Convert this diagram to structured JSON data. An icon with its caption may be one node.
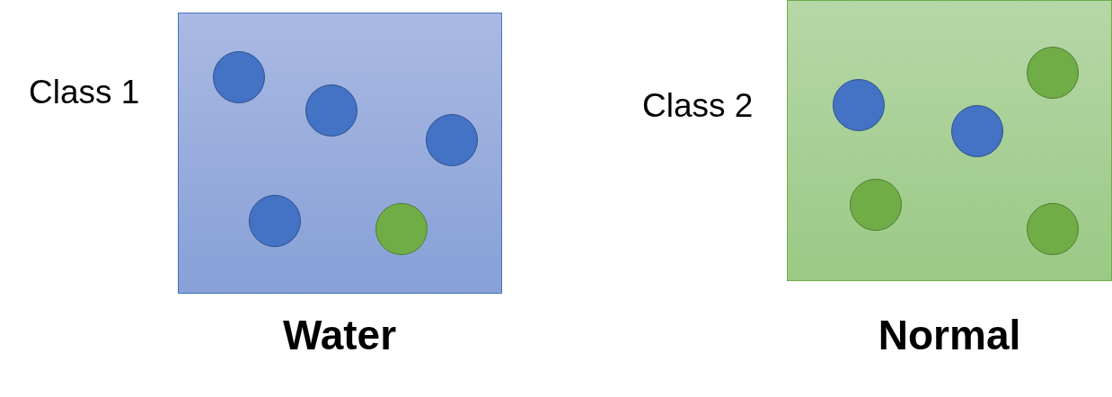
{
  "diagram": {
    "nodes": [
      {
        "text": [
          "Class 1",
          "Water"
        ]
      },
      {
        "text": [],
        "shape": "circle",
        "in": 0
      },
      {
        "text": [],
        "shape": "circle",
        "in": 0
      },
      {
        "text": [],
        "shape": "circle",
        "in": 0
      },
      {
        "text": [],
        "shape": "circle",
        "in": 0
      },
      {
        "text": [],
        "shape": "circle",
        "in": 0
      },
      {
        "text": [
          "Class 2",
          "Normal"
        ]
      },
      {
        "text": [],
        "shape": "circle",
        "in": 6
      },
      {
        "text": [],
        "shape": "circle",
        "in": 6
      },
      {
        "text": [],
        "shape": "circle",
        "in": 6
      },
      {
        "text": [],
        "shape": "circle",
        "in": 6
      },
      {
        "text": [],
        "shape": "circle",
        "in": 6
      }
    ],
    "edges": []
  }
}
